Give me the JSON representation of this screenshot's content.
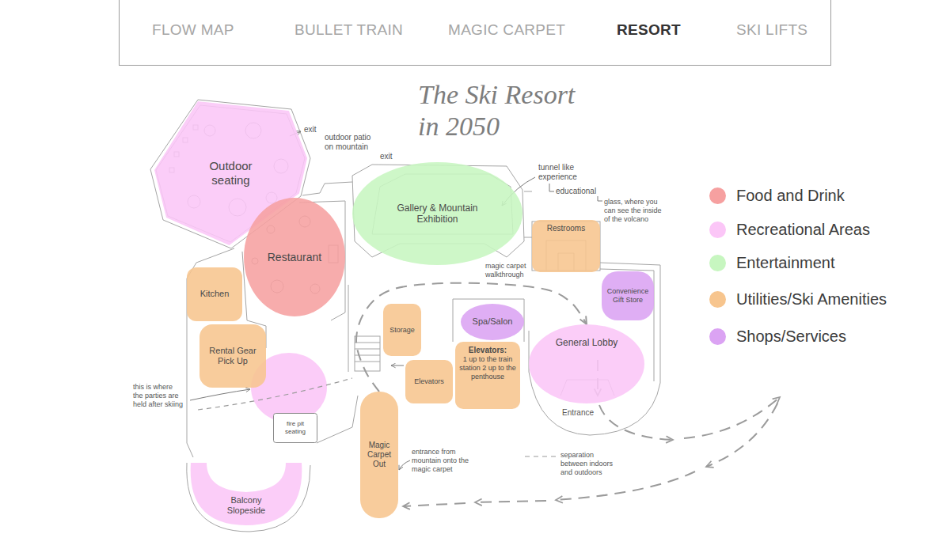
{
  "diagram": {
    "title": "The Ski Resort in 2050",
    "nodes": [
      {
        "text": [
          "Outdoor seating"
        ]
      },
      {
        "text": [
          "Restaurant"
        ]
      },
      {
        "text": [
          "Gallery & Mountain Exhibition"
        ]
      },
      {
        "text": [
          "Restrooms"
        ]
      },
      {
        "text": [
          "Kitchen"
        ]
      },
      {
        "text": [
          "Storage"
        ]
      },
      {
        "text": [
          "Spa/Salon"
        ]
      },
      {
        "text": [
          "Convenience Gift Store"
        ]
      },
      {
        "text": [
          "Elevators"
        ]
      },
      {
        "text": [
          "Elevators:",
          "1 up to the train station 2 up to the penthouse"
        ]
      },
      {
        "text": [
          "General Lobby"
        ]
      },
      {
        "text": [
          "Rental Gear Pick Up"
        ]
      },
      {
        "text": [
          "fire pit seating"
        ]
      },
      {
        "text": [
          "Magic Carpet Out"
        ]
      },
      {
        "text": [
          "Balcony Slopeside"
        ]
      }
    ],
    "edges": [
      {
        "from": 13,
        "to": 10,
        "arrow": "to"
      }
    ],
    "labels": [
      "FLOW MAP",
      "BULLET TRAIN",
      "MAGIC CARPET",
      "RESORT",
      "SKI LIFTS",
      "exit",
      "outdoor patio on mountain",
      "exit",
      "tunnel like experience",
      "educational",
      "glass, where you can see the inside of the volcano",
      "magic carpet walkthrough",
      "this is where the parties are held after skiing",
      "entrance from mountain onto the magic carpet",
      "separation between indoors and outdoors",
      "Entrance"
    ],
    "legend": [
      {
        "text": "Food and Drink",
        "color": "#f6a0a0"
      },
      {
        "text": "Recreational Areas",
        "color": "#fbc6f7"
      },
      {
        "text": "Entertainment",
        "color": "#c7f6c0"
      },
      {
        "text": "Utilities/Ski Amenities",
        "color": "#f7c58e"
      },
      {
        "text": "Shops/Services",
        "color": "#dba3f3"
      }
    ]
  }
}
